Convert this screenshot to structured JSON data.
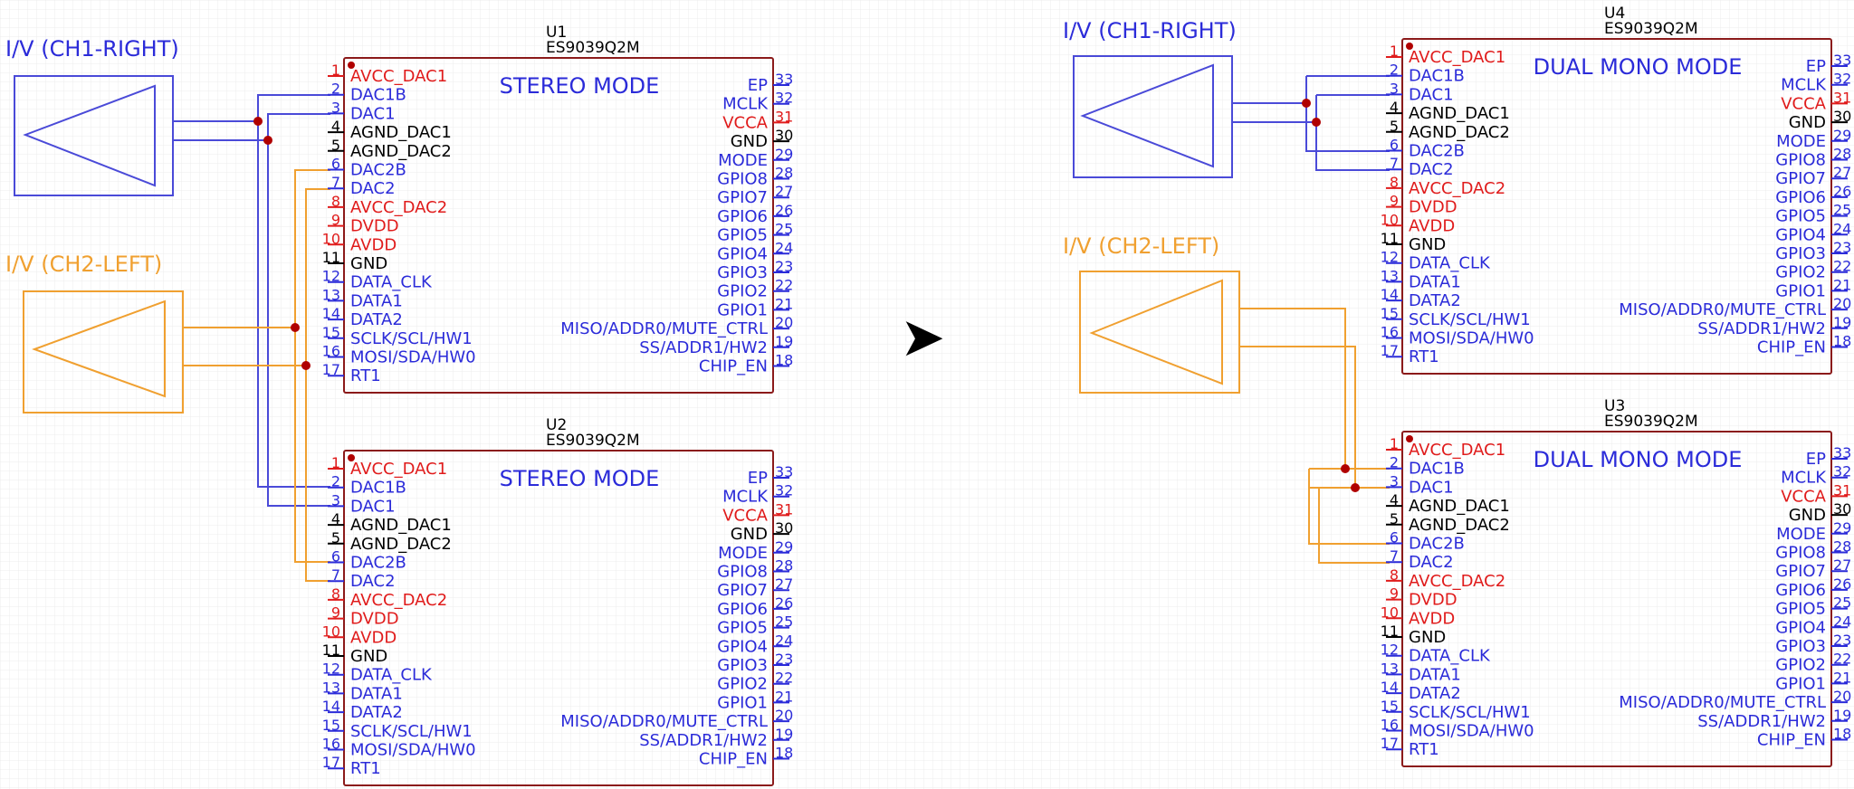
{
  "colors": {
    "pin_blue": "#2b2bd9",
    "pin_red": "#e01b1b",
    "pin_black": "#000000",
    "chip_outline": "#8b1a1a",
    "ch1": "#4a4ad8",
    "ch2": "#f0a030",
    "junction": "#b00000",
    "grid": "#e8e8e8"
  },
  "amplifiers": {
    "ch1_label": "I/V (CH1-RIGHT)",
    "ch2_label": "I/V (CH2-LEFT)"
  },
  "arrow_symbol": "➤",
  "left_pins": [
    {
      "num": "1",
      "name": "AVCC_DAC1",
      "color": "red"
    },
    {
      "num": "2",
      "name": "DAC1B",
      "color": "blue"
    },
    {
      "num": "3",
      "name": "DAC1",
      "color": "blue"
    },
    {
      "num": "4",
      "name": "AGND_DAC1",
      "color": "black"
    },
    {
      "num": "5",
      "name": "AGND_DAC2",
      "color": "black"
    },
    {
      "num": "6",
      "name": "DAC2B",
      "color": "blue"
    },
    {
      "num": "7",
      "name": "DAC2",
      "color": "blue"
    },
    {
      "num": "8",
      "name": "AVCC_DAC2",
      "color": "red"
    },
    {
      "num": "9",
      "name": "DVDD",
      "color": "red"
    },
    {
      "num": "10",
      "name": "AVDD",
      "color": "red"
    },
    {
      "num": "11",
      "name": "GND",
      "color": "black"
    },
    {
      "num": "12",
      "name": "DATA_CLK",
      "color": "blue"
    },
    {
      "num": "13",
      "name": "DATA1",
      "color": "blue"
    },
    {
      "num": "14",
      "name": "DATA2",
      "color": "blue"
    },
    {
      "num": "15",
      "name": "SCLK/SCL/HW1",
      "color": "blue"
    },
    {
      "num": "16",
      "name": "MOSI/SDA/HW0",
      "color": "blue"
    },
    {
      "num": "17",
      "name": "RT1",
      "color": "blue"
    }
  ],
  "right_pins": [
    {
      "num": "33",
      "name": "EP",
      "color": "blue"
    },
    {
      "num": "32",
      "name": "MCLK",
      "color": "blue"
    },
    {
      "num": "31",
      "name": "VCCA",
      "color": "red"
    },
    {
      "num": "30",
      "name": "GND",
      "color": "black"
    },
    {
      "num": "29",
      "name": "MODE",
      "color": "blue"
    },
    {
      "num": "28",
      "name": "GPIO8",
      "color": "blue"
    },
    {
      "num": "27",
      "name": "GPIO7",
      "color": "blue"
    },
    {
      "num": "26",
      "name": "GPIO6",
      "color": "blue"
    },
    {
      "num": "25",
      "name": "GPIO5",
      "color": "blue"
    },
    {
      "num": "24",
      "name": "GPIO4",
      "color": "blue"
    },
    {
      "num": "23",
      "name": "GPIO3",
      "color": "blue"
    },
    {
      "num": "22",
      "name": "GPIO2",
      "color": "blue"
    },
    {
      "num": "21",
      "name": "GPIO1",
      "color": "blue"
    },
    {
      "num": "20",
      "name": "MISO/ADDR0/MUTE_CTRL",
      "color": "blue"
    },
    {
      "num": "19",
      "name": "SS/ADDR1/HW2",
      "color": "blue"
    },
    {
      "num": "18",
      "name": "CHIP_EN",
      "color": "blue"
    }
  ],
  "chips": [
    {
      "ref": "U1",
      "part": "ES9039Q2M",
      "mode": "STEREO MODE"
    },
    {
      "ref": "U2",
      "part": "ES9039Q2M",
      "mode": "STEREO MODE"
    },
    {
      "ref": "U4",
      "part": "ES9039Q2M",
      "mode": "DUAL MONO MODE"
    },
    {
      "ref": "U3",
      "part": "ES9039Q2M",
      "mode": "DUAL MONO MODE"
    }
  ]
}
